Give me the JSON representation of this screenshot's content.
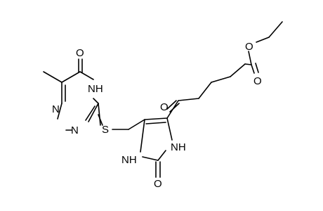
{
  "atoms": {
    "o_keto_triazine": "O",
    "nh_triazine": "NH",
    "n_triazine_1": "N",
    "n_triazine_2": "N",
    "s_thioether": "S",
    "o_ketone": "O",
    "nh_imidazole_1": "NH",
    "nh_imidazole_2": "NH",
    "o_imidazolone": "O",
    "o_ester_ether": "O",
    "o_ester_carbonyl": "O"
  }
}
